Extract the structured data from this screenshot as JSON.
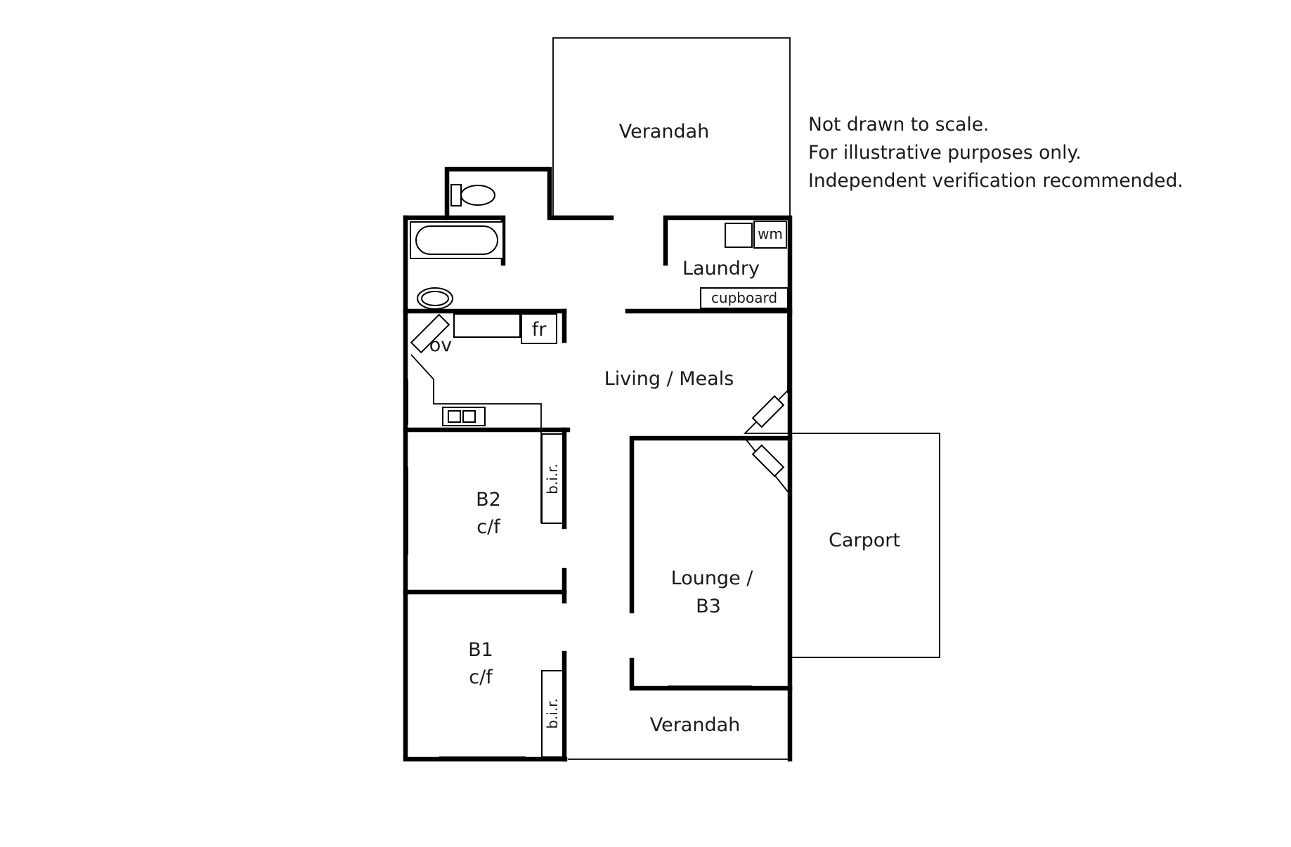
{
  "notes": [
    "Not drawn to scale.",
    "For illustrative purposes only.",
    "Independent verification recommended."
  ],
  "rooms": {
    "verandah_rear": "Verandah",
    "laundry": "Laundry",
    "living_meals": "Living / Meals",
    "b2_name": "B2",
    "b2_note": "c/f",
    "b1_name": "B1",
    "b1_note": "c/f",
    "lounge_line1": "Lounge /",
    "lounge_line2": "B3",
    "carport": "Carport",
    "verandah_front": "Verandah"
  },
  "fixtures": {
    "washing_machine": "wm",
    "cupboard": "cupboard",
    "fridge": "fr",
    "oven": "ov",
    "bir_b2": "b.i.r.",
    "bir_b1": "b.i.r."
  }
}
